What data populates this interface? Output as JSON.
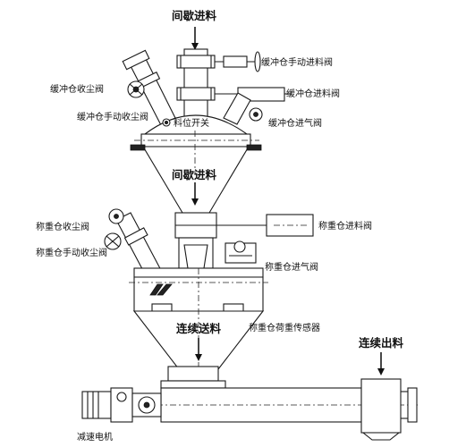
{
  "labels": {
    "top_feed": "间歇进料",
    "buffer_manual_feed_valve": "缓冲仓手动进料阀",
    "buffer_dust_valve": "缓冲仓收尘阀",
    "buffer_feed_valve": "缓冲仓进料阀",
    "buffer_manual_dust_valve": "缓冲仓手动收尘阀",
    "level_switch": "料位开关",
    "buffer_air_valve": "缓冲仓进气阀",
    "mid_feed": "间歇进料",
    "weigh_dust_valve": "称重仓收尘阀",
    "weigh_feed_valve": "称重仓进料阀",
    "weigh_manual_dust_valve": "称重仓手动收尘阀",
    "weigh_air_valve": "称重仓进气阀",
    "continuous_feed": "连续送料",
    "load_cell": "称重仓荷重传感器",
    "continuous_discharge": "连续出料",
    "gear_motor": "减速电机"
  }
}
